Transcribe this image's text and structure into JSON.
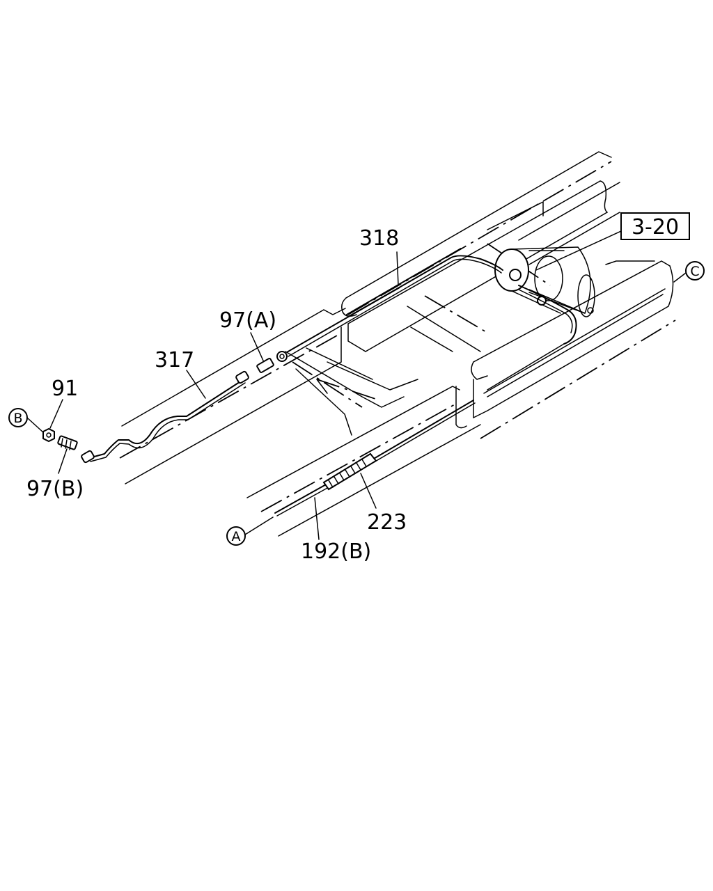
{
  "labels": {
    "ref_318": "318",
    "ref_97a": "97(A)",
    "ref_317": "317",
    "ref_91": "91",
    "ref_97b": "97(B)",
    "ref_223": "223",
    "ref_192b": "192(B)",
    "ref_page": "3-20"
  },
  "connectors": {
    "a": "A",
    "b": "B",
    "c": "C"
  }
}
